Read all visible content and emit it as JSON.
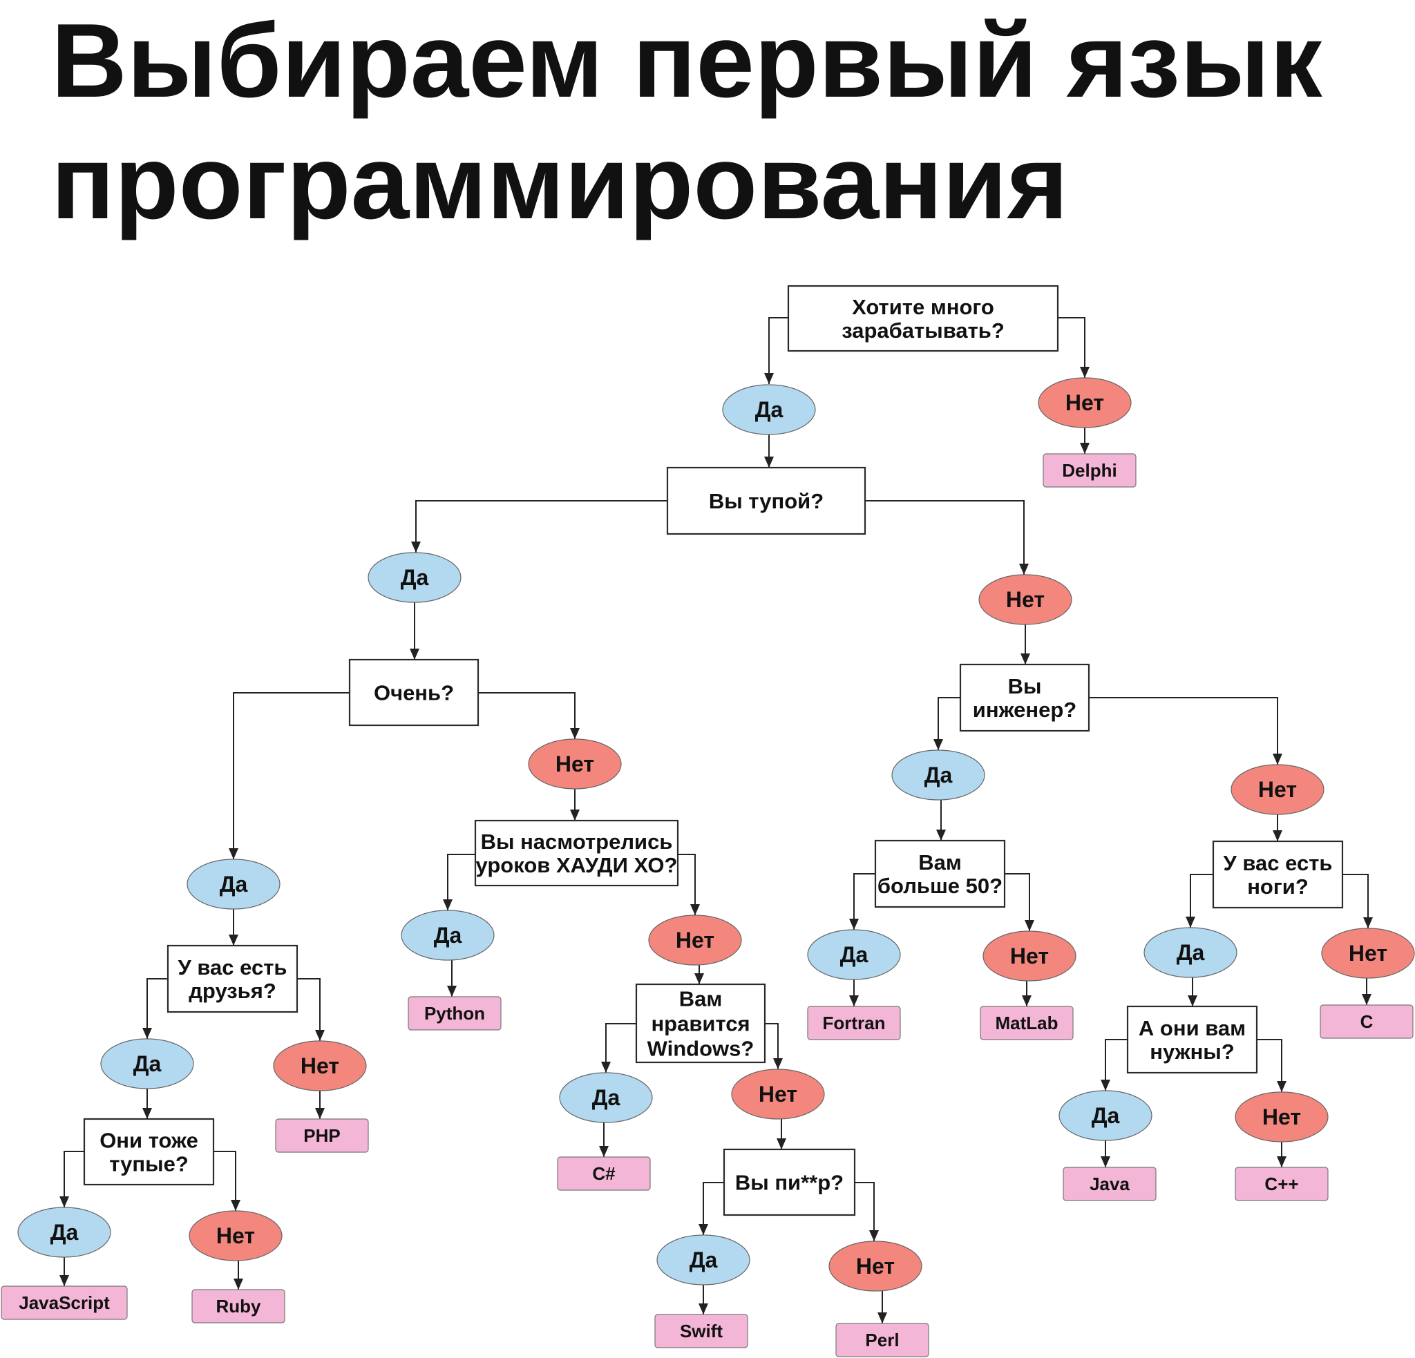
{
  "title": {
    "line1": "Выбираем первый язык",
    "line2": "программирования"
  },
  "colors": {
    "yes": "#b3d9f0",
    "no": "#f4877d",
    "lang": "#f4b6d6",
    "box_border": "#2a2a2a",
    "line": "#222222"
  },
  "answers": {
    "yes": "Да",
    "no": "Нет"
  },
  "questions": {
    "q_money": [
      "Хотите много",
      "зарабатывать?"
    ],
    "q_stupid": [
      "Вы тупой?"
    ],
    "q_very": [
      "Очень?"
    ],
    "q_friends": [
      "У вас есть",
      "друзья?"
    ],
    "q_friends_stupid": [
      "Они тоже",
      "тупые?"
    ],
    "q_howdy": [
      "Вы насмотрелись",
      "уроков ХАУДИ ХО?"
    ],
    "q_windows": [
      "Вам",
      "нравится",
      "Windows?"
    ],
    "q_pi": [
      "Вы пи**р?"
    ],
    "q_engineer": [
      "Вы",
      "инженер?"
    ],
    "q_over50": [
      "Вам",
      "больше 50?"
    ],
    "q_legs": [
      "У вас есть",
      "ноги?"
    ],
    "q_need": [
      "А они вам",
      "нужны?"
    ]
  },
  "languages": {
    "delphi": "Delphi",
    "python": "Python",
    "javascript": "JavaScript",
    "ruby": "Ruby",
    "php": "PHP",
    "csharp": "C#",
    "swift": "Swift",
    "perl": "Perl",
    "fortran": "Fortran",
    "matlab": "MatLab",
    "java": "Java",
    "cpp": "C++",
    "c": "C"
  }
}
